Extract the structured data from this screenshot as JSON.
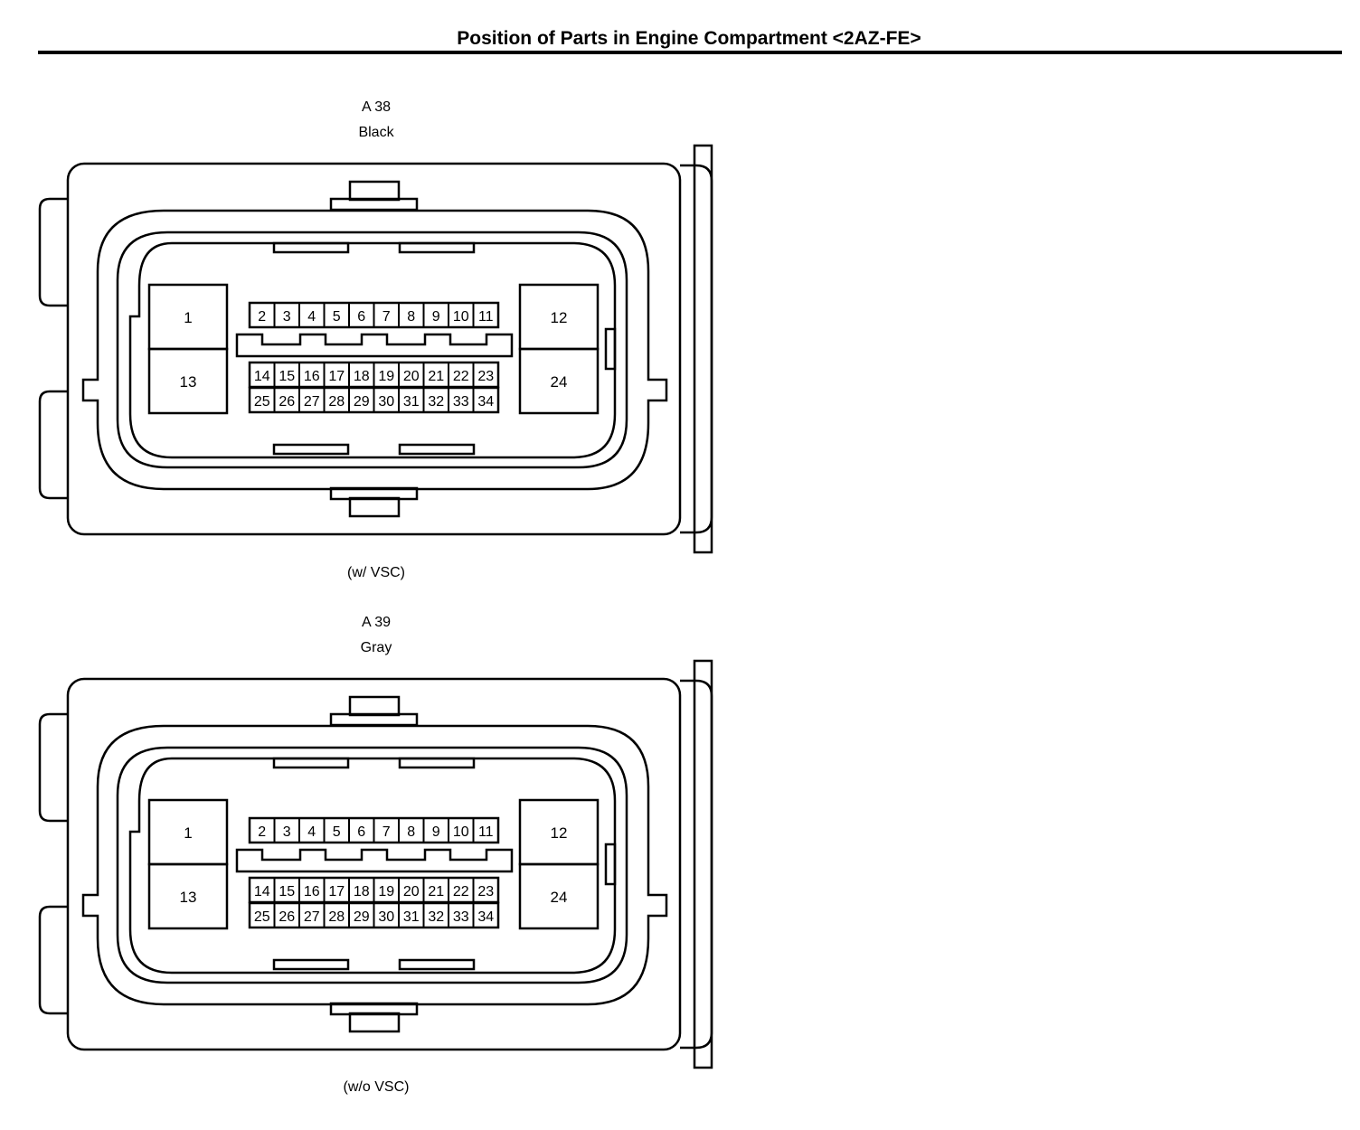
{
  "page": {
    "title": "Position of Parts in Engine Compartment <2AZ-FE>"
  },
  "connectors": [
    {
      "code": "A 38",
      "color": "Black",
      "note": "(w/ VSC)",
      "pins": {
        "large": [
          "1",
          "13",
          "12",
          "24"
        ],
        "top_row": [
          "2",
          "3",
          "4",
          "5",
          "6",
          "7",
          "8",
          "9",
          "10",
          "11"
        ],
        "mid_row": [
          "14",
          "15",
          "16",
          "17",
          "18",
          "19",
          "20",
          "21",
          "22",
          "23"
        ],
        "bot_row": [
          "25",
          "26",
          "27",
          "28",
          "29",
          "30",
          "31",
          "32",
          "33",
          "34"
        ]
      }
    },
    {
      "code": "A 39",
      "color": "Gray",
      "note": "(w/o VSC)",
      "pins": {
        "large": [
          "1",
          "13",
          "12",
          "24"
        ],
        "top_row": [
          "2",
          "3",
          "4",
          "5",
          "6",
          "7",
          "8",
          "9",
          "10",
          "11"
        ],
        "mid_row": [
          "14",
          "15",
          "16",
          "17",
          "18",
          "19",
          "20",
          "21",
          "22",
          "23"
        ],
        "bot_row": [
          "25",
          "26",
          "27",
          "28",
          "29",
          "30",
          "31",
          "32",
          "33",
          "34"
        ]
      }
    }
  ]
}
